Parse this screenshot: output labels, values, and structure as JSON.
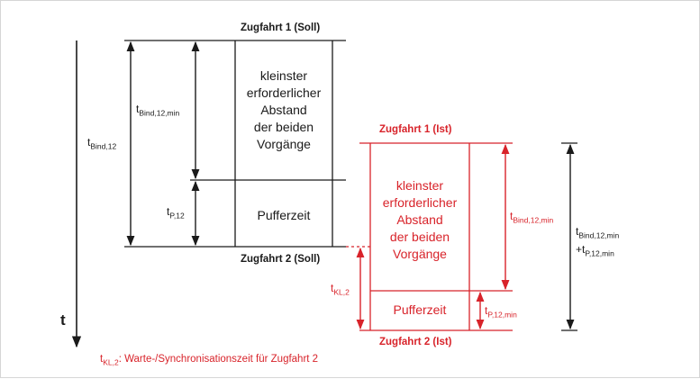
{
  "headers": {
    "soll_top": "Zugfahrt 1 (Soll)",
    "soll_bottom": "Zugfahrt 2 (Soll)",
    "ist_top": "Zugfahrt 1 (Ist)",
    "ist_bottom": "Zugfahrt 2 (Ist)"
  },
  "boxes": {
    "soll_upper": [
      "kleinster",
      "erforderlicher",
      "Abstand",
      "der beiden",
      "Vorgänge"
    ],
    "soll_lower": "Pufferzeit",
    "ist_upper": [
      "kleinster",
      "erforderlicher",
      "Abstand",
      "der beiden",
      "Vorgänge"
    ],
    "ist_lower": "Pufferzeit"
  },
  "labels": {
    "t_axis": "t",
    "t_bind_12": {
      "main": "t",
      "sub": "Bind,12"
    },
    "t_bind_12_min_black": {
      "main": "t",
      "sub": "Bind,12,min"
    },
    "t_p_12_black": {
      "main": "t",
      "sub": "P,12"
    },
    "t_bind_12_min_red": {
      "main": "t",
      "sub": "Bind,12,min"
    },
    "t_kl_2": {
      "main": "t",
      "sub": "KL,2"
    },
    "t_p_12_min": {
      "main": "t",
      "sub": "P,12,min"
    },
    "sum_line1": {
      "main": "t",
      "sub": "Bind,12,min"
    },
    "sum_line2": {
      "prefix": "+t",
      "sub": "P,12,min"
    }
  },
  "legend": {
    "symbol_main": "t",
    "symbol_sub": "KL,2",
    "text": ": Warte-/Synchronisationszeit für Zugfahrt 2"
  },
  "colors": {
    "black": "#1a1a1a",
    "red": "#d8232a",
    "border": "#d6d6d6"
  }
}
